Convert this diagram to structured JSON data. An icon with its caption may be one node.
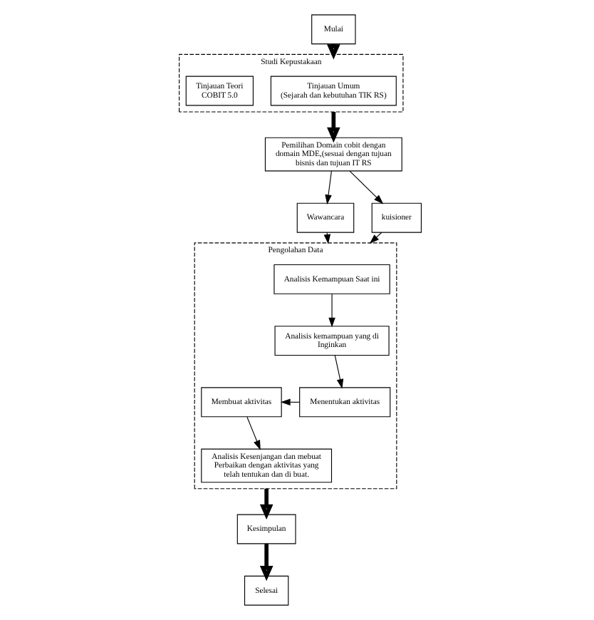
{
  "diagram": {
    "nodes": [
      {
        "text": [
          "Mulai"
        ]
      },
      {
        "text": [
          "Studi Kepustakaan"
        ]
      },
      {
        "text": [
          "Tinjauan Umum",
          "(Sejarah dan kebutuhan TIK RS)"
        ],
        "in": 1
      },
      {
        "text": [
          "Tinjauan Teori",
          "COBIT 5.0"
        ],
        "in": 1
      },
      {
        "text": [
          "Pemilihan Domain cobit dengan domain MDE,(sesuai dengan tujuan bisnis dan tujuan IT RS"
        ]
      },
      {
        "text": [
          "Wawancara"
        ]
      },
      {
        "text": [
          "kuisioner"
        ]
      },
      {
        "text": [
          "Pengolahan Data"
        ]
      },
      {
        "text": [
          "Analisis Kemampuan Saat ini"
        ],
        "in": 7
      },
      {
        "text": [
          "Analisis kemampuan yang di Inginkan"
        ],
        "in": 7
      },
      {
        "text": [
          "Membuat aktivitas"
        ],
        "in": 7
      },
      {
        "text": [
          "Menentukan aktivitas"
        ],
        "in": 7
      },
      {
        "text": [
          "Analisis Kesenjangan dan mebuat Perbaikan dengan aktivitas yang telah tentukan dan di buat."
        ],
        "in": 7
      },
      {
        "text": [
          "Kesimpulan"
        ]
      },
      {
        "text": [
          "Selesai"
        ]
      }
    ],
    "edges": [
      {
        "from": 0,
        "to": 1,
        "arrow": "to",
        "style": "thick"
      },
      {
        "from": 1,
        "to": 4,
        "arrow": "to",
        "style": "thick"
      },
      {
        "from": 4,
        "to": 5,
        "arrow": "to"
      },
      {
        "from": 4,
        "to": 6,
        "arrow": "to"
      },
      {
        "from": 5,
        "to": 7,
        "arrow": "to"
      },
      {
        "from": 6,
        "to": 7,
        "arrow": "to"
      },
      {
        "from": 8,
        "to": 9,
        "arrow": "to"
      },
      {
        "from": 9,
        "to": 11,
        "arrow": "to"
      },
      {
        "from": 11,
        "to": 10,
        "arrow": "to"
      },
      {
        "from": 10,
        "to": 12,
        "arrow": "to"
      },
      {
        "from": 7,
        "to": 13,
        "arrow": "to",
        "style": "thick"
      },
      {
        "from": 13,
        "to": 14,
        "arrow": "to",
        "style": "thick"
      }
    ]
  }
}
